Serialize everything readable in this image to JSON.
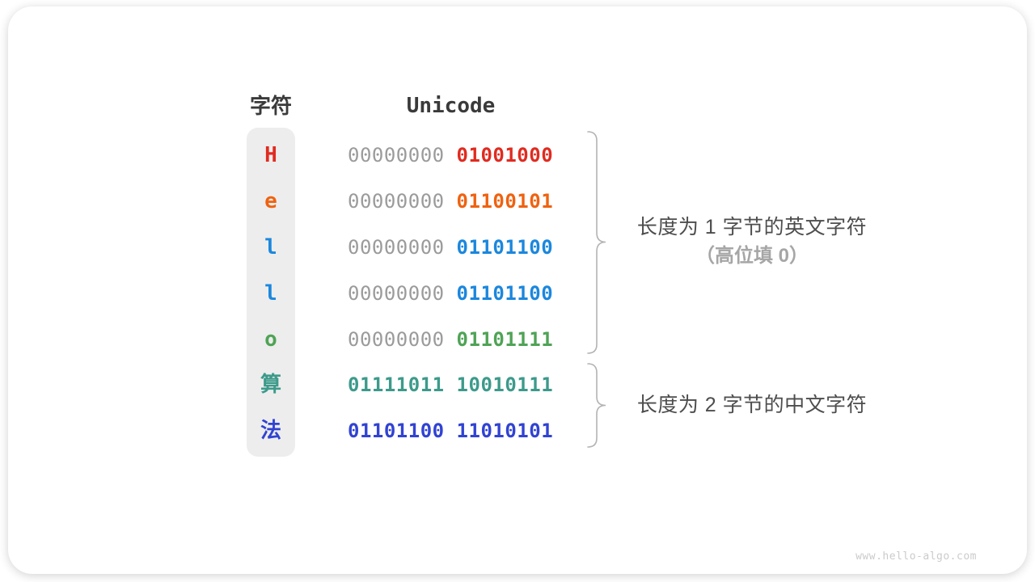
{
  "header": {
    "char_col": "字符",
    "unicode_col": "Unicode"
  },
  "table": {
    "rows": [
      {
        "char": "H",
        "byte1": "00000000",
        "byte2": "01001000",
        "color": "#e02b20",
        "byte1_color": "#9b9b9b"
      },
      {
        "char": "e",
        "byte1": "00000000",
        "byte2": "01100101",
        "color": "#ef6210",
        "byte1_color": "#9b9b9b"
      },
      {
        "char": "l",
        "byte1": "00000000",
        "byte2": "01101100",
        "color": "#1b87dd",
        "byte1_color": "#9b9b9b"
      },
      {
        "char": "l",
        "byte1": "00000000",
        "byte2": "01101100",
        "color": "#1b87dd",
        "byte1_color": "#9b9b9b"
      },
      {
        "char": "o",
        "byte1": "00000000",
        "byte2": "01101111",
        "color": "#4fa356",
        "byte1_color": "#9b9b9b"
      },
      {
        "char": "算",
        "byte1": "01111011",
        "byte2": "10010111",
        "color": "#3d9a8b",
        "byte1_color": "#3d9a8b"
      },
      {
        "char": "法",
        "byte1": "01101100",
        "byte2": "11010101",
        "color": "#3143d2",
        "byte1_color": "#3143d2"
      }
    ]
  },
  "annotations": {
    "english": {
      "line1": "长度为 1 字节的英文字符",
      "line2": "（高位填 0）"
    },
    "chinese": {
      "line1": "长度为 2 字节的中文字符"
    }
  },
  "watermark": "www.hello-algo.com",
  "colors": {
    "header_text": "#3a3a3a",
    "gray_byte": "#9b9b9b",
    "char_column_bg": "#ededed",
    "brace": "#b3b3b3",
    "annotation_dark": "#4d4d4d",
    "annotation_light": "#a6a6a6",
    "watermark": "#cbcbcb"
  }
}
